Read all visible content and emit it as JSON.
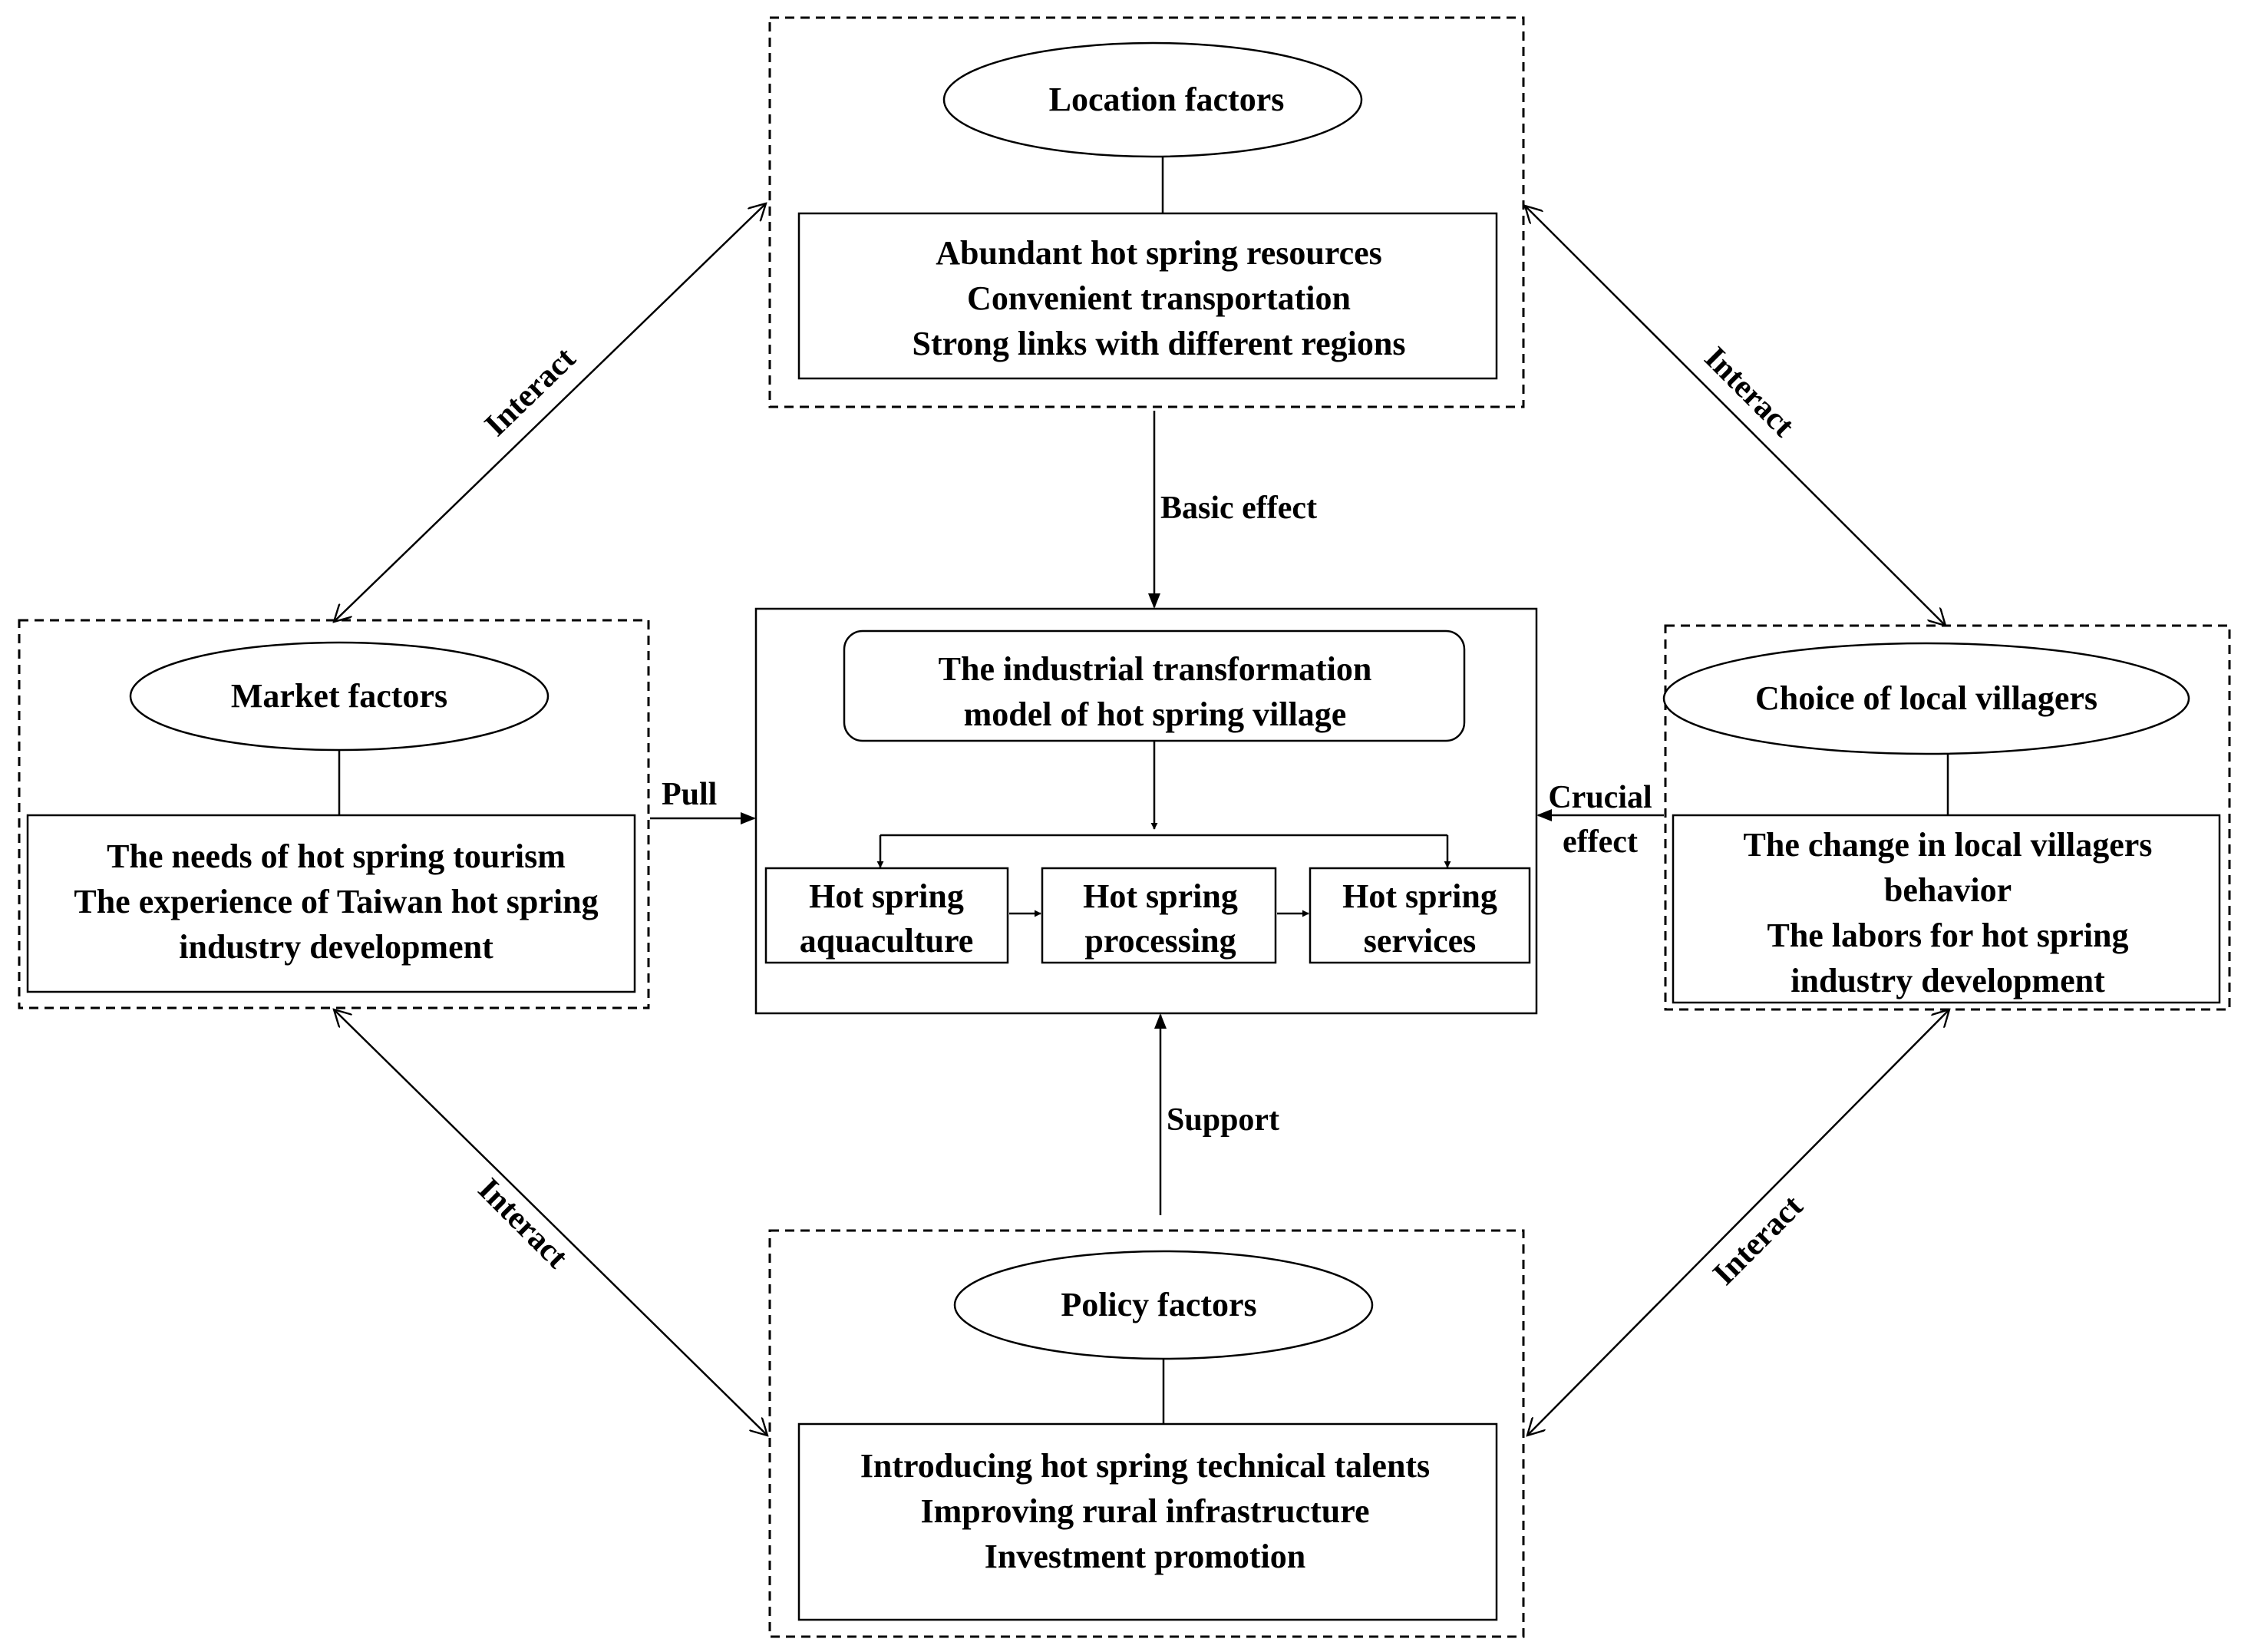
{
  "location": {
    "title": "Location factors",
    "items": [
      "Abundant hot spring resources",
      "Convenient transportation",
      "Strong links with different regions"
    ]
  },
  "market": {
    "title": "Market factors",
    "items": [
      "The needs of hot spring tourism",
      "The experience of Taiwan hot spring",
      "industry development"
    ]
  },
  "villagers": {
    "title": "Choice of local villagers",
    "items": [
      "The change in local villagers",
      "behavior",
      "The labors for hot spring",
      "industry development"
    ]
  },
  "policy": {
    "title": "Policy factors",
    "items": [
      "Introducing hot spring technical talents",
      "Improving rural infrastructure",
      "Investment promotion"
    ]
  },
  "center": {
    "title_line1": "The industrial transformation",
    "title_line2": "model of hot spring village",
    "stages": [
      {
        "line1": "Hot spring",
        "line2": "aquaculture"
      },
      {
        "line1": "Hot spring",
        "line2": "processing"
      },
      {
        "line1": "Hot spring",
        "line2": "services"
      }
    ]
  },
  "edges": {
    "basic_effect": "Basic effect",
    "pull": "Pull",
    "crucial_line1": "Crucial",
    "crucial_line2": "effect",
    "support": "Support",
    "interact": "Interact"
  }
}
